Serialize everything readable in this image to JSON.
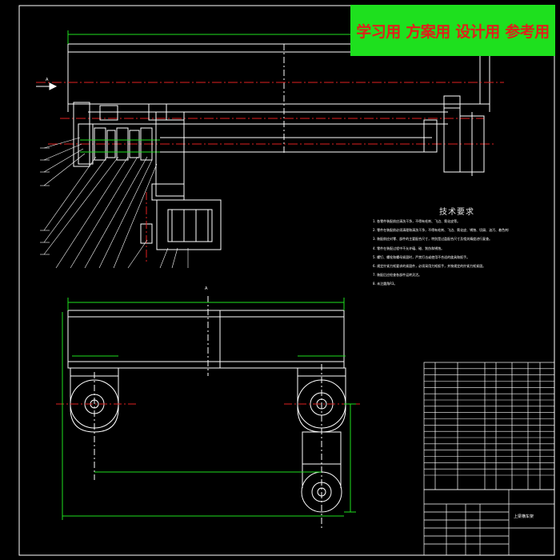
{
  "banner": {
    "items": [
      {
        "text": "学习用",
        "color": "#e0201a"
      },
      {
        "text": "方案用",
        "color": "#e0201a"
      },
      {
        "text": "设计用",
        "color": "#e0201a"
      },
      {
        "text": "参考用",
        "color": "#e0201a"
      }
    ]
  },
  "drawing": {
    "section_label_a": "A",
    "title_block": {
      "name": "上梁横车架"
    }
  },
  "tech_notes": {
    "title": "技术要求",
    "lines": [
      "1. 各零件装配前应清洗干净，不得有毛刺、飞边、氧化皮等。",
      "2. 零件在装配前必须清理和清洗干净，不得有毛刺、飞边、氧化皮、锈蚀、切屑、油污、着色剂和灰尘等。",
      "3. 装配前应对零、部件的主要配合尺寸，特别是过盈配合尺寸及相关精度进行复查。",
      "4. 零件在装配过程中不允许磕、碰、划伤和锈蚀。",
      "5. 螺钉、螺栓和螺母紧固时，严禁打击或使用不合适的旋具和扳手。",
      "6. 规定拧紧力矩要求的紧固件，必须采用力矩扳手，并按规定的拧紧力矩紧固。",
      "7. 装配后应检查各部件运转灵活。",
      "8. 未注圆角R3。"
    ]
  },
  "colors": {
    "background": "#000000",
    "line": "#ffffff",
    "centerline": "#e02020",
    "dimension": "#1ee01e",
    "banner": "#1ee01e"
  }
}
